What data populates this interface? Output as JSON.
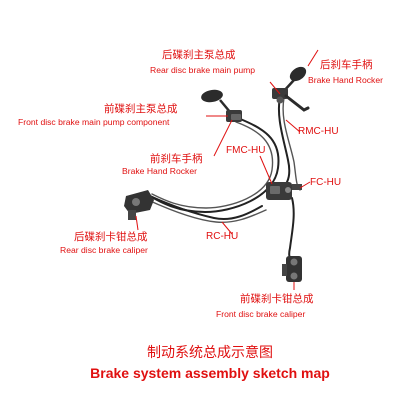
{
  "labels": {
    "rear_main_pump": {
      "zh": "后碟刹主泵总成",
      "en": "Rear disc brake main pump"
    },
    "rear_hand_rocker": {
      "zh": "后刹车手柄",
      "en": "Brake Hand Rocker"
    },
    "front_main_pump": {
      "zh": "前碟刹主泵总成",
      "en": "Front disc brake main pump component"
    },
    "rmc_hu": "RMC-HU",
    "fmc_hu": "FMC-HU",
    "front_hand_rocker": {
      "zh": "前刹车手柄",
      "en": "Brake Hand Rocker"
    },
    "fc_hu": "FC-HU",
    "rc_hu": "RC-HU",
    "rear_caliper": {
      "zh": "后碟刹卡钳总成",
      "en": "Rear disc brake caliper"
    },
    "front_caliper": {
      "zh": "前碟刹卡钳总成",
      "en": "Front disc brake caliper"
    }
  },
  "caption": {
    "zh": "制动系统总成示意图",
    "en": "Brake system assembly sketch map"
  },
  "colors": {
    "label": "#e01010",
    "line": "#222222",
    "part": "#3a3a3a",
    "leader": "#e01010"
  }
}
